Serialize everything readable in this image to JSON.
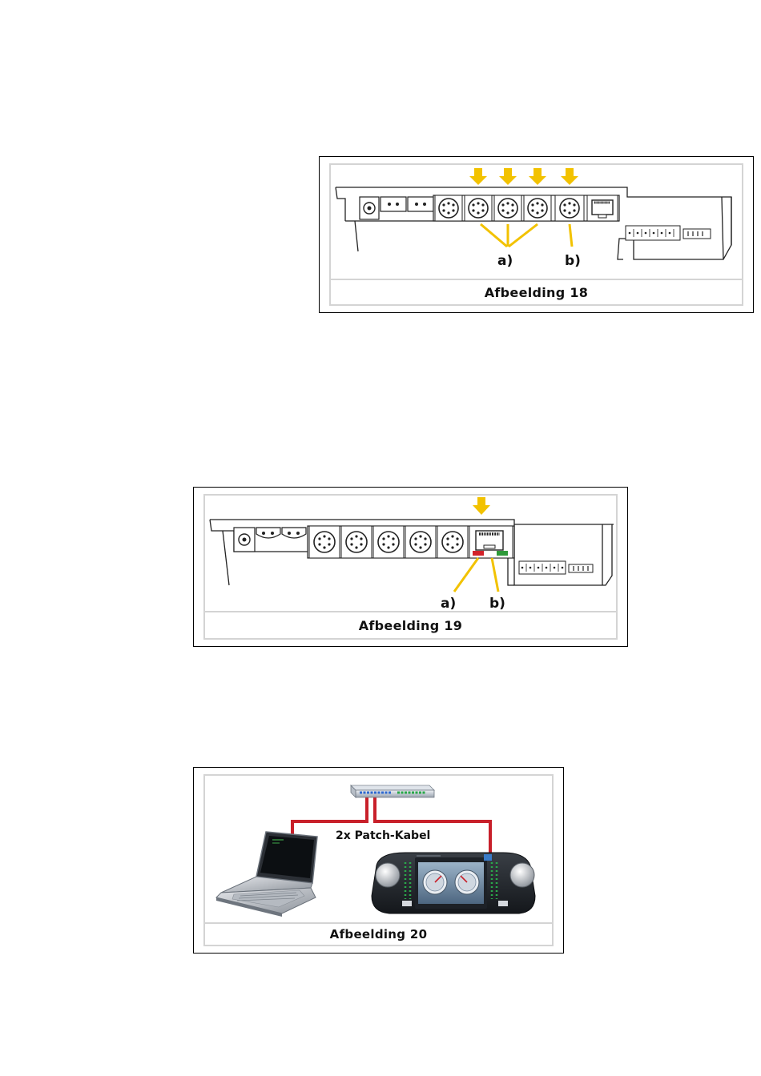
{
  "figures": [
    {
      "caption": "Afbeelding 18",
      "labels": {
        "a": "a)",
        "b": "b)"
      }
    },
    {
      "caption": "Afbeelding 19",
      "labels": {
        "a": "a)",
        "b": "b)"
      }
    },
    {
      "caption": "Afbeelding 20",
      "patch_label": "2x Patch-Kabel"
    }
  ],
  "colors": {
    "arrow": "#f2c200",
    "callout_line": "#f2c200",
    "cable": "#c8202a",
    "indicator_red": "#d2222a",
    "indicator_green": "#2e9a3a",
    "frame_inner": "#d4d4d4"
  },
  "icons": [
    "yellow-down-arrow-icon",
    "mini-din-socket-icon",
    "rj45-socket-icon",
    "network-switch-icon",
    "laptop-icon",
    "digital-command-station-icon"
  ]
}
